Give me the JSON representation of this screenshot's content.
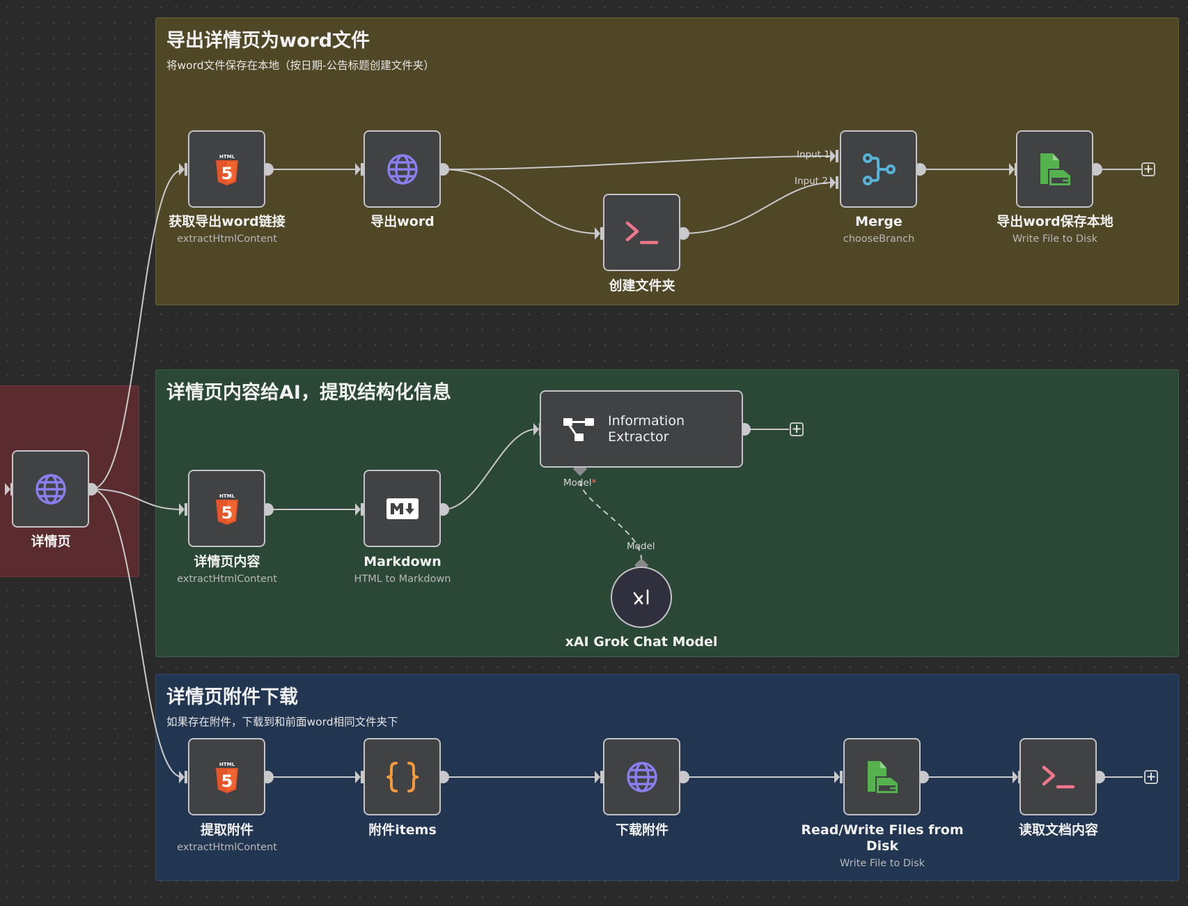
{
  "canvas": {
    "groups": {
      "export": {
        "title": "导出详情页为word文件",
        "subtitle": "将word文件保存在本地（按日期-公告标题创建文件夹）",
        "color": "#504726"
      },
      "ai": {
        "title": "详情页内容给AI，提取结构化信息",
        "color": "#2b4836"
      },
      "attach": {
        "title": "详情页附件下载",
        "subtitle": "如果存在附件，下载到和前面word相同文件夹下",
        "color": "#223652"
      },
      "trigger": {
        "color": "#5a2c2f"
      }
    },
    "nodes": {
      "detail_page": {
        "label": "详情页",
        "icon": "globe-icon"
      },
      "get_export_link": {
        "label": "获取导出word链接",
        "subtitle": "extractHtmlContent",
        "icon": "html5-icon"
      },
      "export_word": {
        "label": "导出word",
        "icon": "globe-icon"
      },
      "create_folder": {
        "label": "创建文件夹",
        "icon": "terminal-icon"
      },
      "merge": {
        "label": "Merge",
        "subtitle": "chooseBranch",
        "icon": "merge-icon",
        "input1": "Input 1",
        "input2": "Input 2"
      },
      "save_word": {
        "label": "导出word保存本地",
        "subtitle": "Write File to Disk",
        "icon": "file-save-icon"
      },
      "detail_content": {
        "label": "详情页内容",
        "subtitle": "extractHtmlContent",
        "icon": "html5-icon"
      },
      "markdown": {
        "label": "Markdown",
        "subtitle": "HTML to Markdown",
        "icon": "markdown-icon"
      },
      "info_extractor": {
        "label_line1": "Information",
        "label_line2": "Extractor",
        "model_port": "Model",
        "required_mark": "*",
        "icon": "extractor-icon"
      },
      "grok_model": {
        "label": "xAI Grok Chat Model",
        "port": "Model",
        "icon": "xai-icon"
      },
      "extract_attach": {
        "label": "提取附件",
        "subtitle": "extractHtmlContent",
        "icon": "html5-icon"
      },
      "attach_items": {
        "label": "附件items",
        "icon": "code-braces-icon"
      },
      "download_attach": {
        "label": "下载附件",
        "icon": "globe-icon"
      },
      "rw_files": {
        "label_line1": "Read/Write Files from",
        "label_line2": "Disk",
        "subtitle": "Write File to Disk",
        "icon": "file-save-icon"
      },
      "read_doc": {
        "label": "读取文档内容",
        "icon": "terminal-icon"
      }
    },
    "add_button": "+",
    "colors": {
      "globe": "#8b7ff0",
      "html5": "#e4552a",
      "terminal": "#f0768c",
      "merge": "#55b4d8",
      "file": "#56b24f",
      "braces": "#f59a3c",
      "node_bg": "#414244",
      "edge": "#c9c9cc"
    }
  }
}
